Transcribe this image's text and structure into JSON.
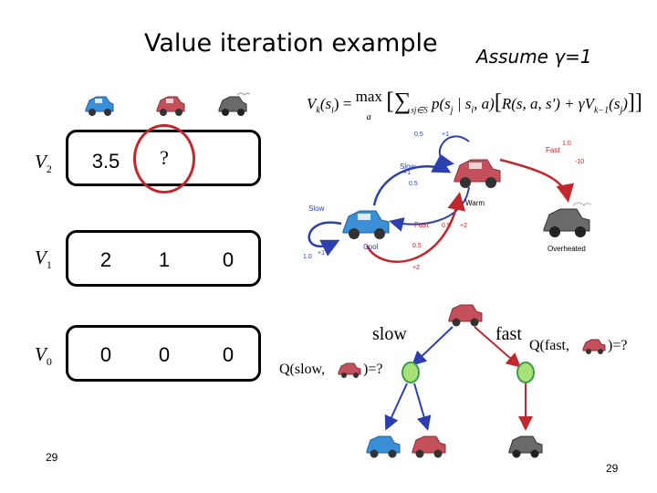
{
  "title": "Value iteration example",
  "assumption": "Assume γ=1",
  "table": {
    "rows": [
      {
        "label": "V",
        "sub": "2",
        "values": [
          "3.5",
          "?",
          ""
        ]
      },
      {
        "label": "V",
        "sub": "1",
        "values": [
          "2",
          "1",
          "0"
        ]
      },
      {
        "label": "V",
        "sub": "0",
        "values": [
          "0",
          "0",
          "0"
        ]
      }
    ]
  },
  "equation": {
    "lhs": "V",
    "lhs_sub": "k",
    "lhs_arg": "(s",
    "lhs_arg_sub": "i",
    "lhs_arg_close": ") =",
    "max": "max",
    "max_sub": "a",
    "sum_sub": "s",
    "sum_sub_j": "j",
    "sum_sub_in": "∈S",
    "p": "p(s",
    "p_sub_j": "j",
    "p_mid": " | s",
    "p_sub_i": "i",
    "p_end": ", a)",
    "r_open": "R(s, a, s') + γV",
    "r_sub": "k−1",
    "r_arg": "(s",
    "r_arg_sub": "j",
    "r_close": ")"
  },
  "mdp": {
    "labels": {
      "slow_left": "Slow",
      "slow_top": "Slow",
      "fast_top": "Fast",
      "fast_mid": "Fast",
      "cool": "Cool",
      "warm": "Warm",
      "overheated": "Overheated"
    },
    "numbers": {
      "n1": "0.5",
      "n2": "+1",
      "n3": "+1",
      "n4": "0.5",
      "n5": "1.0",
      "n6": "-10",
      "n7": "0.5",
      "n8": "+2",
      "n9": "0.5",
      "n10": "+2",
      "n11": "1.0",
      "n12": "+1"
    }
  },
  "tree": {
    "slow": "slow",
    "fast": "fast",
    "q_fast": "Q(fast,",
    "q_fast_end": ")=?",
    "q_slow": "Q(slow,",
    "q_slow_end": ")=?"
  },
  "colors": {
    "cool_car": "#3b8fd6",
    "warm_car": "#c3505a",
    "overheated_car": "#6a6a6a",
    "highlight": "#c0282d",
    "node_fill": "#a8e07a",
    "node_stroke": "#3a9a4a",
    "blue_arrow": "#2b3fae",
    "red_arrow": "#c0282d"
  },
  "page_number_left": "29",
  "page_number_right": "29"
}
